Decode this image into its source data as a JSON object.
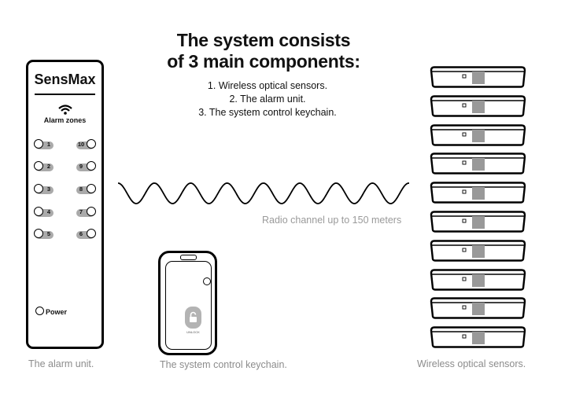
{
  "title": {
    "line1": "The system consists",
    "line2": "of 3 main components:"
  },
  "components": [
    "1. Wireless optical sensors.",
    "2. The alarm unit.",
    "3. The system control keychain."
  ],
  "alarm_unit": {
    "brand": "SensMax",
    "zones_label": "Alarm zones",
    "zones_left": [
      "1",
      "2",
      "3",
      "4",
      "5"
    ],
    "zones_right": [
      "10",
      "9",
      "8",
      "7",
      "6"
    ],
    "power_label": "Power",
    "caption": "The alarm unit."
  },
  "radio": {
    "label": "Radio channel up to 150 meters"
  },
  "keychain": {
    "button_label": "UNLOCK",
    "caption": "The system control keychain."
  },
  "sensors": {
    "count": 10,
    "caption": "Wireless optical sensors."
  },
  "colors": {
    "zone_pill": "#aaaaaa",
    "caption_text": "#8c8c8c",
    "sensor_window": "#999999"
  }
}
